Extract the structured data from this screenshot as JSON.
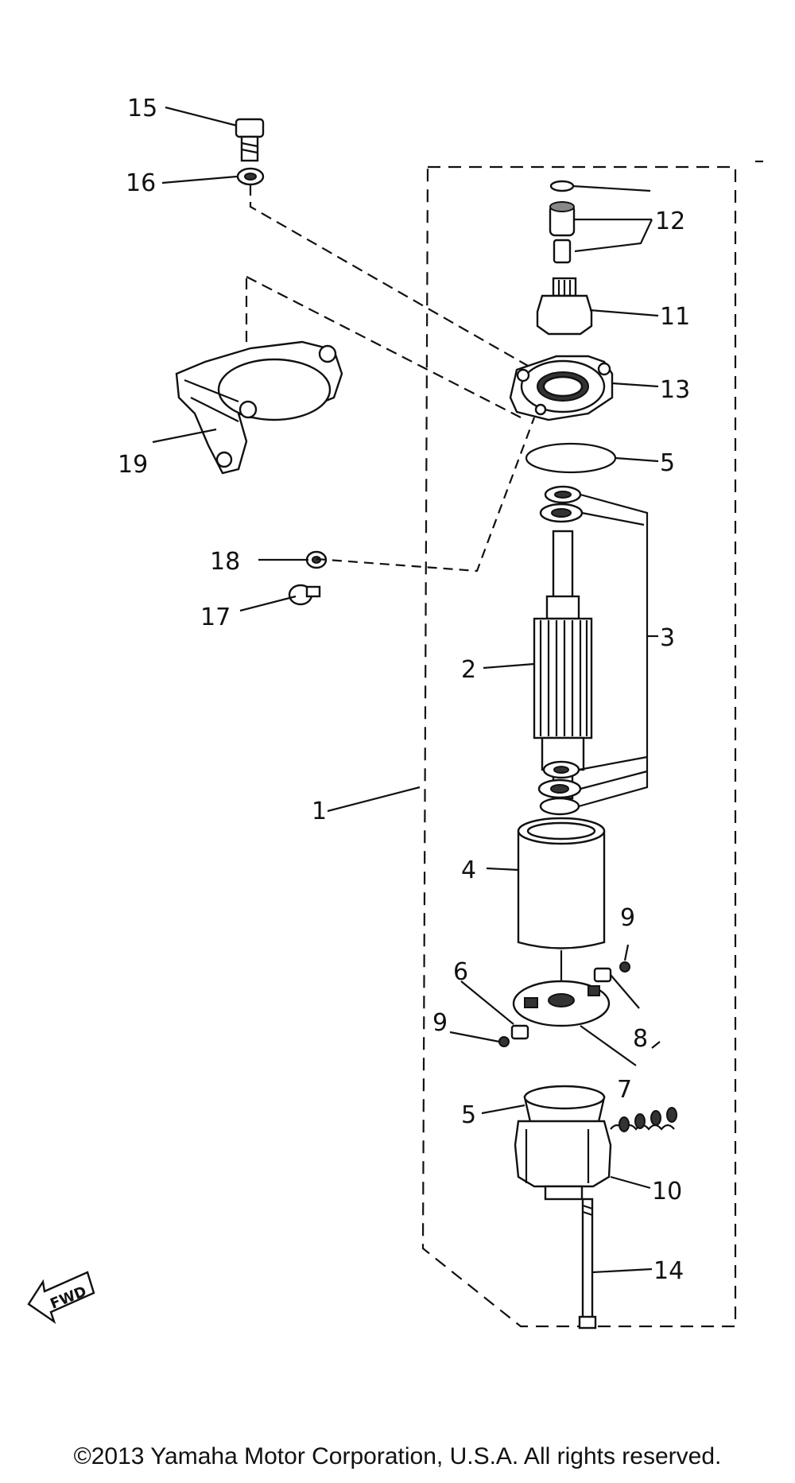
{
  "labels": {
    "l1": "1",
    "l2": "2",
    "l3": "3",
    "l4": "4",
    "l5a": "5",
    "l5b": "5",
    "l6": "6",
    "l7": "7",
    "l8": "8",
    "l9a": "9",
    "l9b": "9",
    "l10": "10",
    "l11": "11",
    "l12": "12",
    "l13": "13",
    "l14": "14",
    "l15": "15",
    "l16": "16",
    "l17": "17",
    "l18": "18",
    "l19": "19"
  },
  "fwd_label": "FWD",
  "copyright": "©2013 Yamaha Motor Corporation, U.S.A. All rights reserved."
}
